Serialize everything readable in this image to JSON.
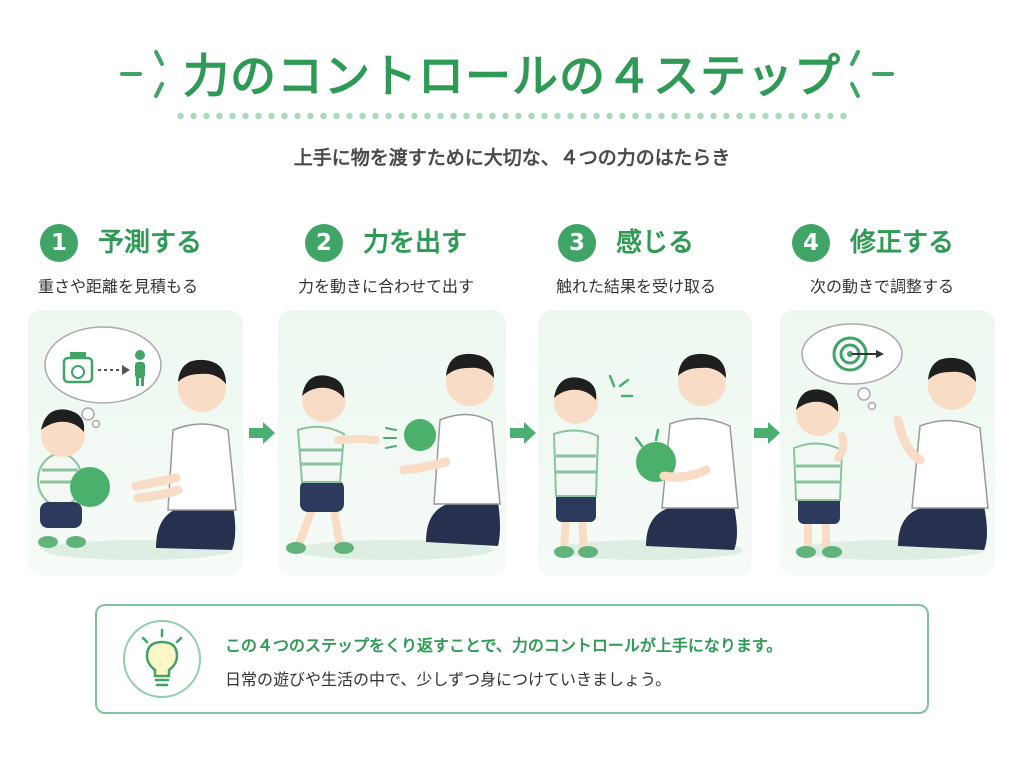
{
  "header": {
    "title": "力のコントロールの４ステップ",
    "subtitle": "上手に物を渡すために大切な、４つの力のはたらき"
  },
  "steps": [
    {
      "number": "1",
      "title": "予測する",
      "description": "重さや距離を見積もる"
    },
    {
      "number": "2",
      "title": "力を出す",
      "description": "力を動きに合わせて出す"
    },
    {
      "number": "3",
      "title": "感じる",
      "description": "触れた結果を受け取る"
    },
    {
      "number": "4",
      "title": "修正する",
      "description": "次の動きで調整する"
    }
  ],
  "tip": {
    "line1": "この４つのステップをくり返すことで、力のコントロールが上手になります。",
    "line2": "日常の遊びや生活の中で、少しずつ身につけていきましょう。"
  },
  "colors": {
    "accent": "#2e9a55",
    "step_badge": "#3fa466",
    "panel_bg": "#edf7f0"
  },
  "icons": [
    "sparkle-icon",
    "scale-icon",
    "person-icon",
    "target-icon",
    "lightbulb-icon",
    "arrow-right-icon"
  ]
}
